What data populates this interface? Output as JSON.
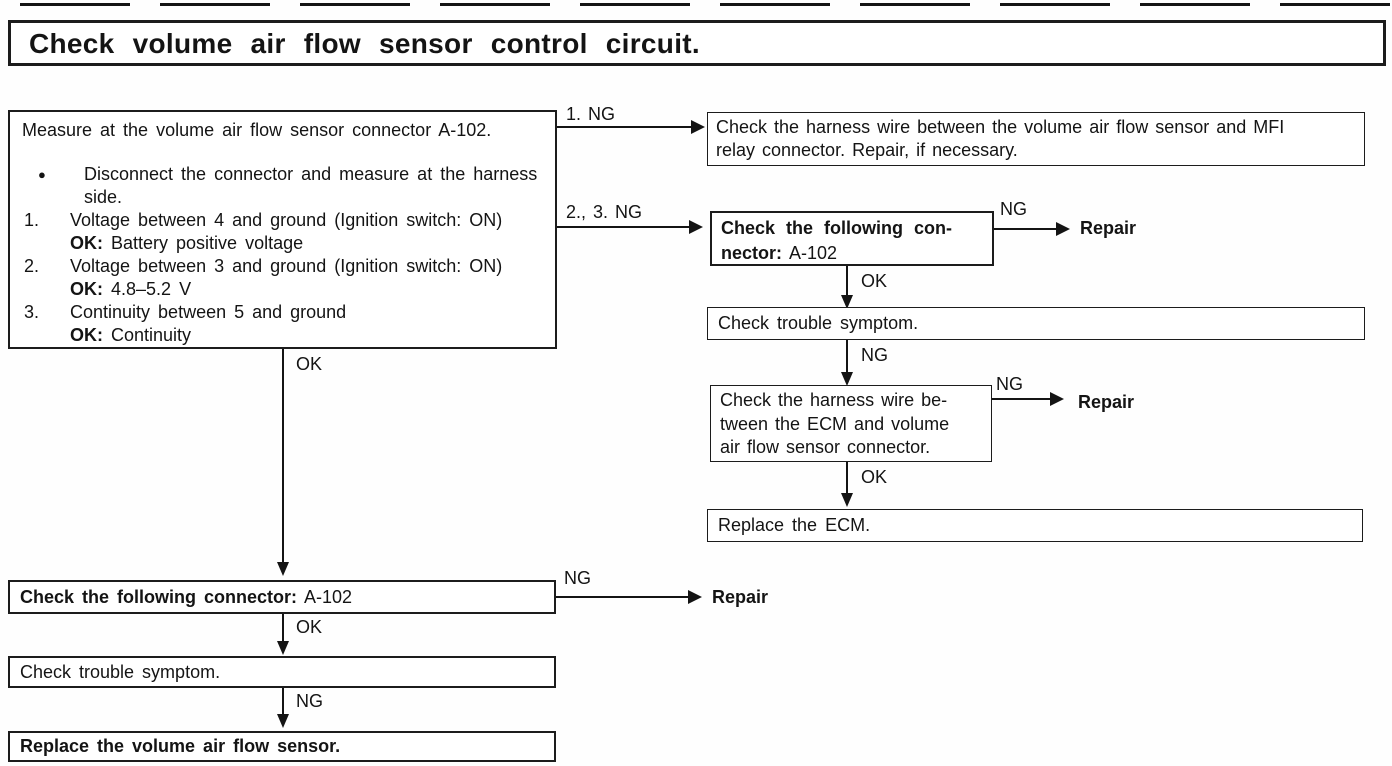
{
  "title": "Check volume air flow sensor control circuit.",
  "main_box": {
    "intro": "Measure at the volume air flow sensor connector A-102.",
    "bullet_symbol": "●",
    "bullet_text": "Disconnect the connector and measure at the harness side.",
    "steps": [
      {
        "num": "1.",
        "text": "Voltage between 4 and ground (Ignition switch: ON)",
        "ok_label": "OK:",
        "ok_value": "Battery positive voltage"
      },
      {
        "num": "2.",
        "text": "Voltage between 3 and ground (Ignition switch: ON)",
        "ok_label": "OK:",
        "ok_value": "4.8–5.2 V"
      },
      {
        "num": "3.",
        "text": "Continuity between 5 and ground",
        "ok_label": "OK:",
        "ok_value": "Continuity"
      }
    ]
  },
  "right_branch": {
    "edge_1ng": "1. NG",
    "mfi_box_lines": [
      "Check the harness wire between the volume air flow sensor and MFI",
      "relay connector. Repair, if necessary."
    ],
    "edge_23ng": "2., 3. NG",
    "connector_box": {
      "label_lines": [
        "Check the following con-",
        "nector:"
      ],
      "value": "A-102"
    },
    "edge_ng1": "NG",
    "repair1": "Repair",
    "edge_ok1": "OK",
    "symptom_box": "Check trouble symptom.",
    "edge_ng2": "NG",
    "ecm_harness_box_lines": [
      "Check the harness wire be-",
      "tween the ECM and volume",
      "air flow sensor connector."
    ],
    "edge_ng3": "NG",
    "repair2": "Repair",
    "edge_ok2": "OK",
    "replace_ecm_box": "Replace the ECM."
  },
  "left_branch": {
    "edge_ok1": "OK",
    "connector_box": {
      "label": "Check the following connector:",
      "value": "A-102"
    },
    "edge_ng1": "NG",
    "repair": "Repair",
    "edge_ok2": "OK",
    "symptom_box": "Check trouble symptom.",
    "edge_ng2": "NG",
    "replace_box": "Replace the volume air flow sensor."
  }
}
